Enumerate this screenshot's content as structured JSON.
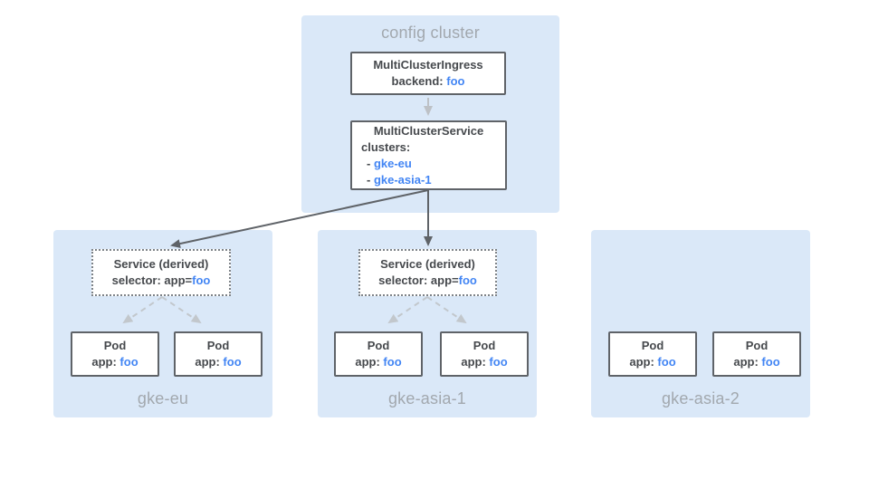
{
  "colors": {
    "panel_bg": "#dae8f8",
    "node_border": "#5f6368",
    "dark_text": "#46494d",
    "blue_text": "#4285f4",
    "muted_label": "#a2a8ae",
    "gray_arrow": "#bdc1c6",
    "dashed_arrow": "#c2c7cc",
    "dark_arrow": "#5f6368"
  },
  "config_cluster": {
    "label": "config cluster",
    "ingress_box": {
      "title": "MultiClusterIngress",
      "field_label": "backend: ",
      "field_value": "foo"
    },
    "service_box": {
      "title": "MultiClusterService",
      "field_label": "clusters:",
      "items": [
        {
          "prefix": "- ",
          "name": "gke-eu"
        },
        {
          "prefix": "- ",
          "name": "gke-asia-1"
        }
      ]
    }
  },
  "clusters": [
    {
      "label": "gke-eu",
      "service_box": {
        "title": "Service (derived)",
        "selector_label": "selector: app=",
        "selector_value": "foo"
      },
      "pods": [
        {
          "title": "Pod",
          "app_label": "app: ",
          "app_value": "foo"
        },
        {
          "title": "Pod",
          "app_label": "app: ",
          "app_value": "foo"
        }
      ]
    },
    {
      "label": "gke-asia-1",
      "service_box": {
        "title": "Service (derived)",
        "selector_label": "selector: app=",
        "selector_value": "foo"
      },
      "pods": [
        {
          "title": "Pod",
          "app_label": "app: ",
          "app_value": "foo"
        },
        {
          "title": "Pod",
          "app_label": "app: ",
          "app_value": "foo"
        }
      ]
    },
    {
      "label": "gke-asia-2",
      "pods": [
        {
          "title": "Pod",
          "app_label": "app: ",
          "app_value": "foo"
        },
        {
          "title": "Pod",
          "app_label": "app: ",
          "app_value": "foo"
        }
      ]
    }
  ]
}
